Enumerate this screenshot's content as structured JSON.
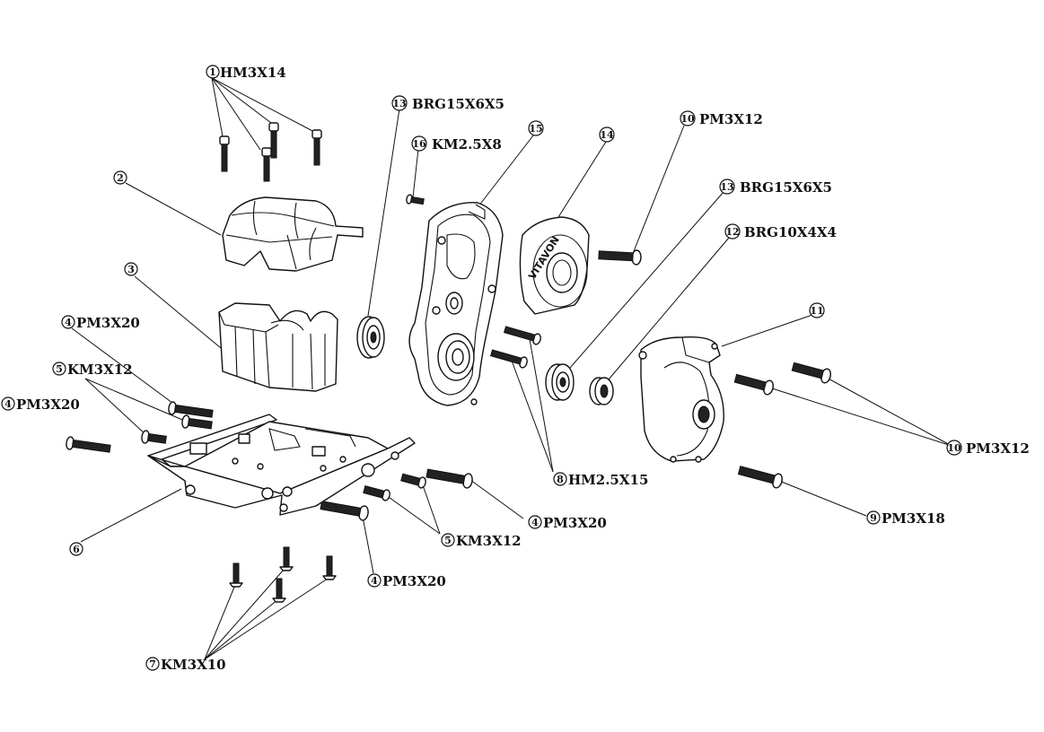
{
  "callouts": [
    {
      "id": "c1a",
      "num": "1",
      "text": "HM3X14"
    },
    {
      "id": "c2",
      "num": "2",
      "text": ""
    },
    {
      "id": "c3",
      "num": "3",
      "text": ""
    },
    {
      "id": "c4a",
      "num": "4",
      "text": "PM3X20"
    },
    {
      "id": "c4b",
      "num": "4",
      "text": "PM3X20"
    },
    {
      "id": "c4c",
      "num": "4",
      "text": "PM3X20"
    },
    {
      "id": "c4d",
      "num": "4",
      "text": "PM3X20"
    },
    {
      "id": "c5a",
      "num": "5",
      "text": "KM3X12"
    },
    {
      "id": "c5b",
      "num": "5",
      "text": "KM3X12"
    },
    {
      "id": "c6",
      "num": "6",
      "text": ""
    },
    {
      "id": "c7",
      "num": "7",
      "text": "KM3X10"
    },
    {
      "id": "c8",
      "num": "8",
      "text": "HM2.5X15"
    },
    {
      "id": "c9",
      "num": "9",
      "text": "PM3X18"
    },
    {
      "id": "c10a",
      "num": "10",
      "text": "PM3X12"
    },
    {
      "id": "c10b",
      "num": "10",
      "text": "PM3X12"
    },
    {
      "id": "c11",
      "num": "11",
      "text": ""
    },
    {
      "id": "c12",
      "num": "12",
      "text": "BRG10X4X4"
    },
    {
      "id": "c13a",
      "num": "13",
      "text": "BRG15X6X5"
    },
    {
      "id": "c13b",
      "num": "13",
      "text": "BRG15X6X5"
    },
    {
      "id": "c14",
      "num": "14",
      "text": ""
    },
    {
      "id": "c15",
      "num": "15",
      "text": ""
    },
    {
      "id": "c16",
      "num": "16",
      "text": "KM2.5X8"
    }
  ],
  "motor_cover_text": "VITAVON"
}
